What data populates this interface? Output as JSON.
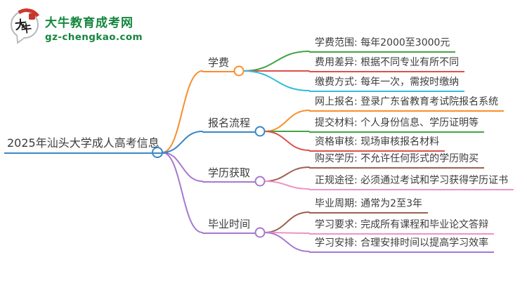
{
  "logo": {
    "icon_chars": {
      "first": "大",
      "second": "牛"
    },
    "title": "大牛教育成考网",
    "domain": "gz-chengkao.com",
    "brand_green": "#15863f",
    "brand_red": "#cf372c"
  },
  "mindmap": {
    "text_color": "#3c3c3c",
    "root": {
      "label": "2025年汕头大学成人高考信息",
      "color": "#3a87c6"
    },
    "branches": [
      {
        "label": "学费",
        "color": "#f98e2b",
        "children": [
          {
            "label": "学费范围: 每年2000至3000元",
            "color": "#42a547"
          },
          {
            "label": "费用差异: 根据不同专业有所不同",
            "color": "#dd4f4f"
          },
          {
            "label": "缴费方式: 每年一次，需按时缴纳",
            "color": "#30bfdd"
          }
        ]
      },
      {
        "label": "报名流程",
        "color": "#3a87c6",
        "children": [
          {
            "label": "网上报名: 登录广东省教育考试院报名系统",
            "color": "#f98e2b"
          },
          {
            "label": "提交材料: 个人身份信息、学历证明等",
            "color": "#42a547"
          },
          {
            "label": "资格审核: 现场审核报名材料",
            "color": "#dd4f4f"
          }
        ]
      },
      {
        "label": "学历获取",
        "color": "#a678d1",
        "children": [
          {
            "label": "购买学历: 不允许任何形式的学历购买",
            "color": "#9e5f51"
          },
          {
            "label": "正规途径: 必须通过考试和学习获得学历证书",
            "color": "#ee93c8"
          }
        ]
      },
      {
        "label": "毕业时间",
        "color": "#a678d1",
        "children": [
          {
            "label": "毕业周期: 通常为2至3年",
            "color": "#9e5f51"
          },
          {
            "label": "学习要求: 完成所有课程和毕业论文答辩",
            "color": "#ee93c8"
          },
          {
            "label": "学习安排: 合理安排时间以提高学习效率",
            "color": "#a678d1"
          }
        ]
      }
    ]
  }
}
